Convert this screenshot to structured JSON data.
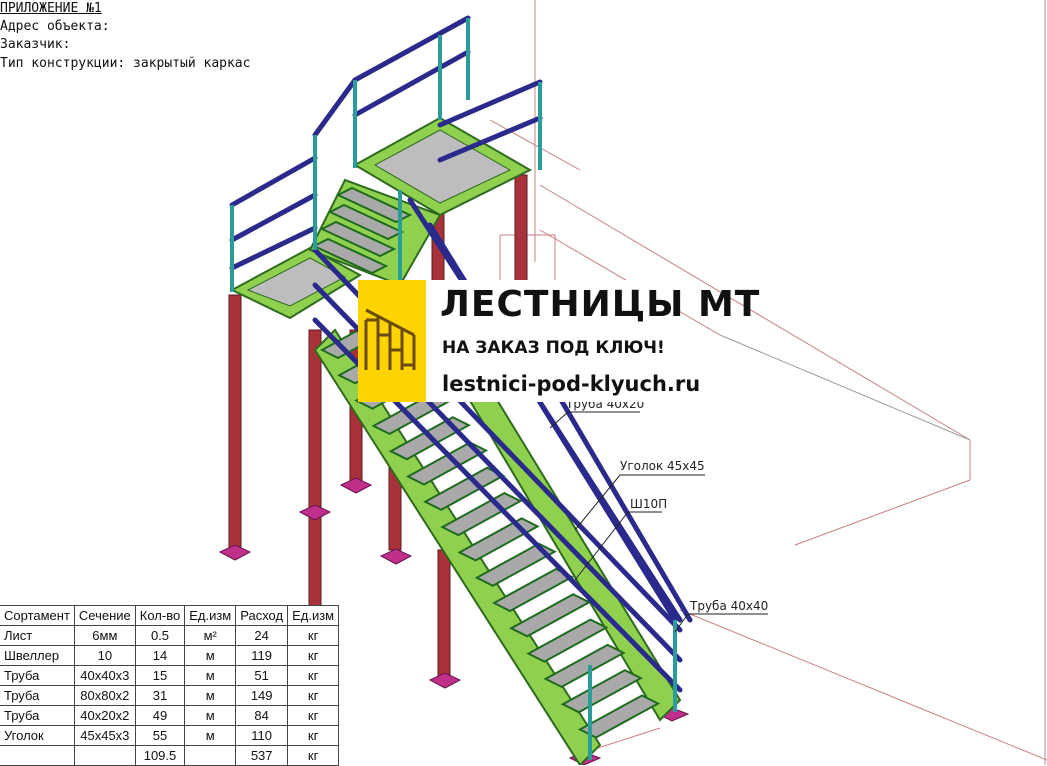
{
  "header": {
    "appendix": "ПРИЛОЖЕНИЕ №1",
    "address": "Адрес объекта:",
    "customer": "Заказчик:",
    "construction_type": "Тип конструкции: закрытый каркас"
  },
  "logo": {
    "title": "ЛЕСТНИЦЫ МТ",
    "subtitle": "НА ЗАКАЗ ПОД КЛЮЧ!",
    "url": "lestnici-pod-klyuch.ru",
    "brand_color": "#ffd400"
  },
  "callouts": {
    "pipe_40x20": "Труба 40х20",
    "angle_45x45": "Уголок 45х45",
    "channel": "Ш10П",
    "pipe_40x40": "Труба 40х40"
  },
  "spec_table": {
    "headers": [
      "Сортамент",
      "Сечение",
      "Кол-во",
      "Ед.изм",
      "Расход",
      "Ед.изм"
    ],
    "rows": [
      [
        "Лист",
        "6мм",
        "0.5",
        "м²",
        "24",
        "кг"
      ],
      [
        "Швеллер",
        "10",
        "14",
        "м",
        "119",
        "кг"
      ],
      [
        "Труба",
        "40х40х3",
        "15",
        "м",
        "51",
        "кг"
      ],
      [
        "Труба",
        "80х80х2",
        "31",
        "м",
        "149",
        "кг"
      ],
      [
        "Труба",
        "40х20х2",
        "49",
        "м",
        "84",
        "кг"
      ],
      [
        "Уголок",
        "45х45х3",
        "55",
        "м",
        "110",
        "кг"
      ],
      [
        "",
        "",
        "109.5",
        "",
        "537",
        "кг"
      ]
    ]
  },
  "colors": {
    "frame_green": "#8fd14f",
    "stringer_green": "#2e8b2e",
    "post_red": "#a8323a",
    "railing_blue": "#2a2a8c",
    "post_teal": "#2a9d9a",
    "base_plate": "#c0308a",
    "wall_lines": "#c98080"
  }
}
